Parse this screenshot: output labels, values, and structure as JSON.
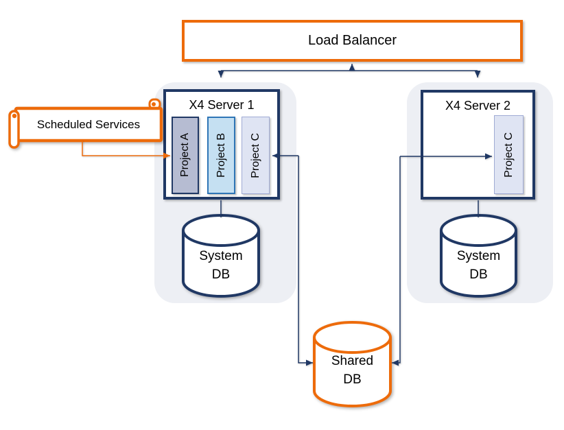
{
  "colors": {
    "orange": "#ED6B0B",
    "navy": "#203864",
    "project_a_fill": "#B6BCD2",
    "project_a_border": "#203864",
    "project_b_fill": "#C5E0F2",
    "project_b_border": "#2E75B6",
    "project_c_fill": "#DFE4F3",
    "project_c_border": "#9FAAD4",
    "group_bg": "#EDEFF4",
    "shape_fill": "#FFFFFF",
    "text": "#000000"
  },
  "nodes": {
    "load_balancer": {
      "label": "Load Balancer"
    },
    "scheduled_services": {
      "label": "Scheduled Services"
    },
    "server1": {
      "title": "X4 Server 1",
      "projects": [
        {
          "label": "Project A"
        },
        {
          "label": "Project B"
        },
        {
          "label": "Project C"
        }
      ]
    },
    "server2": {
      "title": "X4 Server 2",
      "projects": [
        {
          "label": "Project C"
        }
      ]
    },
    "system_db_1": {
      "line1": "System",
      "line2": "DB"
    },
    "system_db_2": {
      "line1": "System",
      "line2": "DB"
    },
    "shared_db": {
      "line1": "Shared",
      "line2": "DB"
    }
  },
  "edges": [
    {
      "from": "load_balancer",
      "to": "server1",
      "color": "navy",
      "arrowheads": "both"
    },
    {
      "from": "load_balancer",
      "to": "server2",
      "color": "navy",
      "arrowheads": "both"
    },
    {
      "from": "scheduled_services",
      "to": "server1.project_a",
      "color": "orange",
      "arrowheads": "end"
    },
    {
      "from": "server1.project_c",
      "to": "shared_db",
      "color": "navy",
      "arrowheads": "both"
    },
    {
      "from": "server2.project_c",
      "to": "shared_db",
      "color": "navy",
      "arrowheads": "both"
    },
    {
      "from": "server1",
      "to": "system_db_1",
      "color": "navy",
      "arrowheads": "none"
    },
    {
      "from": "server2",
      "to": "system_db_2",
      "color": "navy",
      "arrowheads": "none"
    }
  ]
}
